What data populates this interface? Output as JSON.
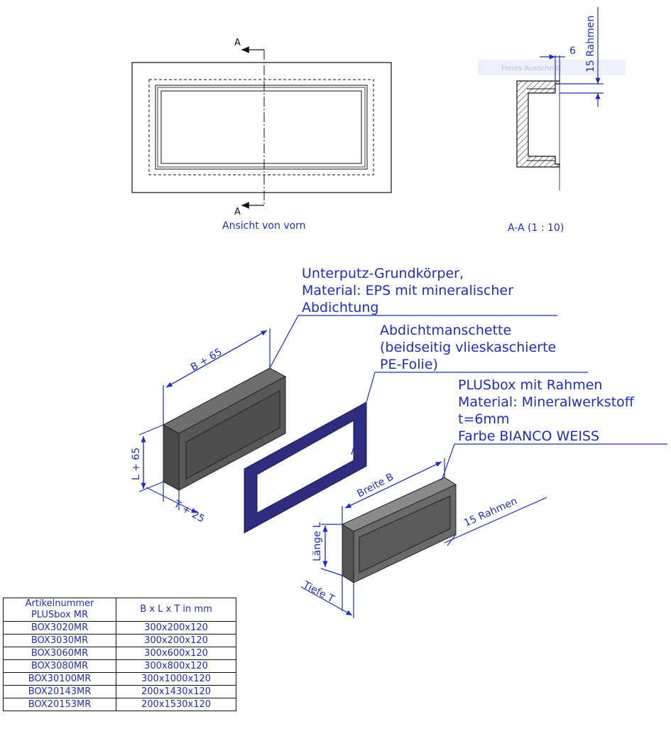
{
  "front_view": {
    "section_mark_top": "A",
    "section_mark_bottom": "A",
    "caption": "Ansicht von vorn"
  },
  "section_view": {
    "caption": "A-A (1 : 10)",
    "dim_frame_thickness": "6",
    "dim_frame": "15 Rahmen",
    "ghost_text": "Freies Ausschnitt"
  },
  "exploded_view": {
    "label_body": [
      "Unterputz-Grundkörper,",
      "Material: EPS mit mineralischer",
      "Abdichtung"
    ],
    "label_sleeve": [
      "Abdichtmanschette",
      "(beidseitig vlieskaschierte",
      "PE-Folie)"
    ],
    "label_box": [
      "PLUSbox mit Rahmen",
      "Material: Mineralwerkstoff",
      "t=6mm",
      "Farbe BIANCO WEISS"
    ],
    "dim_body_width": "B + 65",
    "dim_body_height": "L + 65",
    "dim_body_depth": "T + 25",
    "dim_box_width": "Breite B",
    "dim_box_height": "Länge L",
    "dim_box_depth": "Tiefe T",
    "dim_box_frame": "15 Rahmen",
    "colors": {
      "body": "#585858",
      "sleeve": "#2f2d7d",
      "annotation": "#1f2fb5"
    }
  },
  "table": {
    "headers": [
      "Artikelnummer PLUSbox MR",
      "B x L x T in mm"
    ],
    "rows": [
      [
        "BOX3020MR",
        "300x200x120"
      ],
      [
        "BOX3030MR",
        "300x200x120"
      ],
      [
        "BOX3060MR",
        "300x600x120"
      ],
      [
        "BOX3080MR",
        "300x800x120"
      ],
      [
        "BOX30100MR",
        "300x1000x120"
      ],
      [
        "BOX20143MR",
        "200x1430x120"
      ],
      [
        "BOX20153MR",
        "200x1530x120"
      ]
    ]
  }
}
